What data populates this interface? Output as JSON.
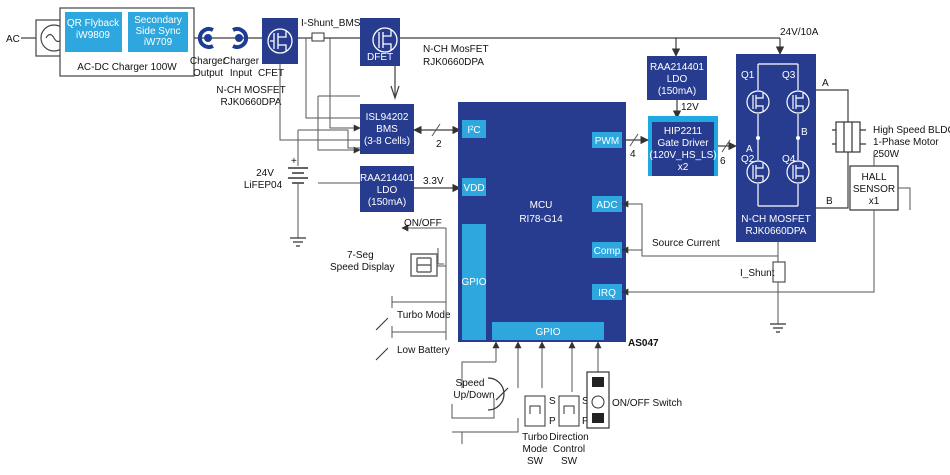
{
  "title": "",
  "labels": {
    "ac": "AC",
    "qr_flyback_1": "QR Flyback",
    "qr_flyback_2": "iW9809",
    "secondary_1": "Secondary",
    "secondary_2": "Side Sync",
    "secondary_3": "iW709",
    "charger_title": "AC-DC Charger 100W",
    "charger_output_1": "Charger",
    "charger_output_2": "Output",
    "charger_input_1": "Charger",
    "charger_input_2": "Input",
    "cfet": "CFET",
    "i_shunt_bms": "I-Shunt_BMS",
    "dfet": "DFET",
    "nch_mosfet_1": "N-CH MosFET",
    "nch_mosfet_2": "RJK0660DPA",
    "nch_mosfet_left_1": "N-CH MOSFET",
    "nch_mosfet_left_2": "RJK0660DPA",
    "bms_1": "ISL94202",
    "bms_2": "BMS",
    "bms_3": "(3-8 Cells)",
    "bus_2": "2",
    "i2c": "I²C",
    "battery_plus": "+",
    "battery_1": "24V",
    "battery_2": "LiFEP04",
    "ldo2_1": "RAA214401",
    "ldo2_2": "LDO",
    "ldo2_3": "(150mA)",
    "v33": "3.3V",
    "vdd": "VDD",
    "mcu_1": "MCU",
    "mcu_2": "RI78-G14",
    "pwm": "PWM",
    "adc": "ADC",
    "comp": "Comp",
    "irq": "IRQ",
    "gpio_side": "GPIO",
    "gpio_bottom": "GPIO",
    "as047": "AS047",
    "ldo1_1": "RAA214401",
    "ldo1_2": "LDO",
    "ldo1_3": "(150mA)",
    "v12": "12V",
    "gate_1": "HIP2211",
    "gate_2": "Gate Driver",
    "gate_3": "(120V_HS_LS)",
    "gate_4": "x2",
    "bus_4": "4",
    "bus_6": "6",
    "v24_10a": "24V/10A",
    "q1": "Q1",
    "q2": "Q2",
    "q3": "Q3",
    "q4": "Q4",
    "a_mid": "A",
    "b_mid": "B",
    "a_out": "A",
    "b_out": "B",
    "bridge_1": "N-CH MOSFET",
    "bridge_2": "RJK0660DPA",
    "motor_1": "High Speed BLDC",
    "motor_2": "1-Phase Motor",
    "motor_3": "250W",
    "hall_1": "HALL",
    "hall_2": "SENSOR",
    "hall_3": "x1",
    "source_current": "Source Current",
    "i_shunt": "I_Shunt",
    "on_off": "ON/OFF",
    "seg_1": "7-Seg",
    "seg_2": "Speed Display",
    "turbo_mode": "Turbo Mode",
    "low_battery": "Low Battery",
    "speed_1": "Speed",
    "speed_2": "Up/Down",
    "s1": "S",
    "p1": "P",
    "s2": "S",
    "p2": "P",
    "turbo_sw_1": "Turbo",
    "turbo_sw_2": "Mode",
    "turbo_sw_3": "SW",
    "dir_sw_1": "Direction",
    "dir_sw_2": "Control",
    "dir_sw_3": "SW",
    "onoff_switch": "ON/OFF Switch"
  },
  "colors": {
    "dark_block": "#283c8f",
    "cyan_block": "#1fa9e1",
    "light_block": "#2ea7df"
  }
}
